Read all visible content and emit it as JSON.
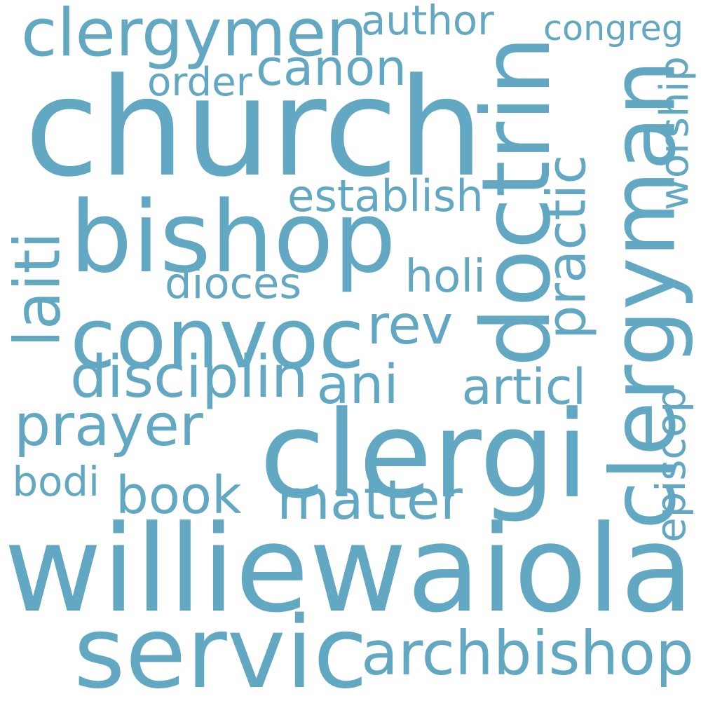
{
  "colors": {
    "word": "#62a8c3",
    "background": "#ffffff"
  },
  "words": [
    "church",
    "williewaiola",
    "clergi",
    "clergyman",
    "bishop",
    "doctrin",
    "convoc",
    "servic",
    "clergymen",
    "archbishop",
    "canon",
    "prayer",
    "matter",
    "book",
    "practic",
    "laiti",
    "ani",
    "disciplin",
    "establish",
    "rev",
    "articl",
    "dioces",
    "author",
    "congreg",
    "worship",
    "episcop",
    "order",
    "holi",
    "bodi"
  ]
}
